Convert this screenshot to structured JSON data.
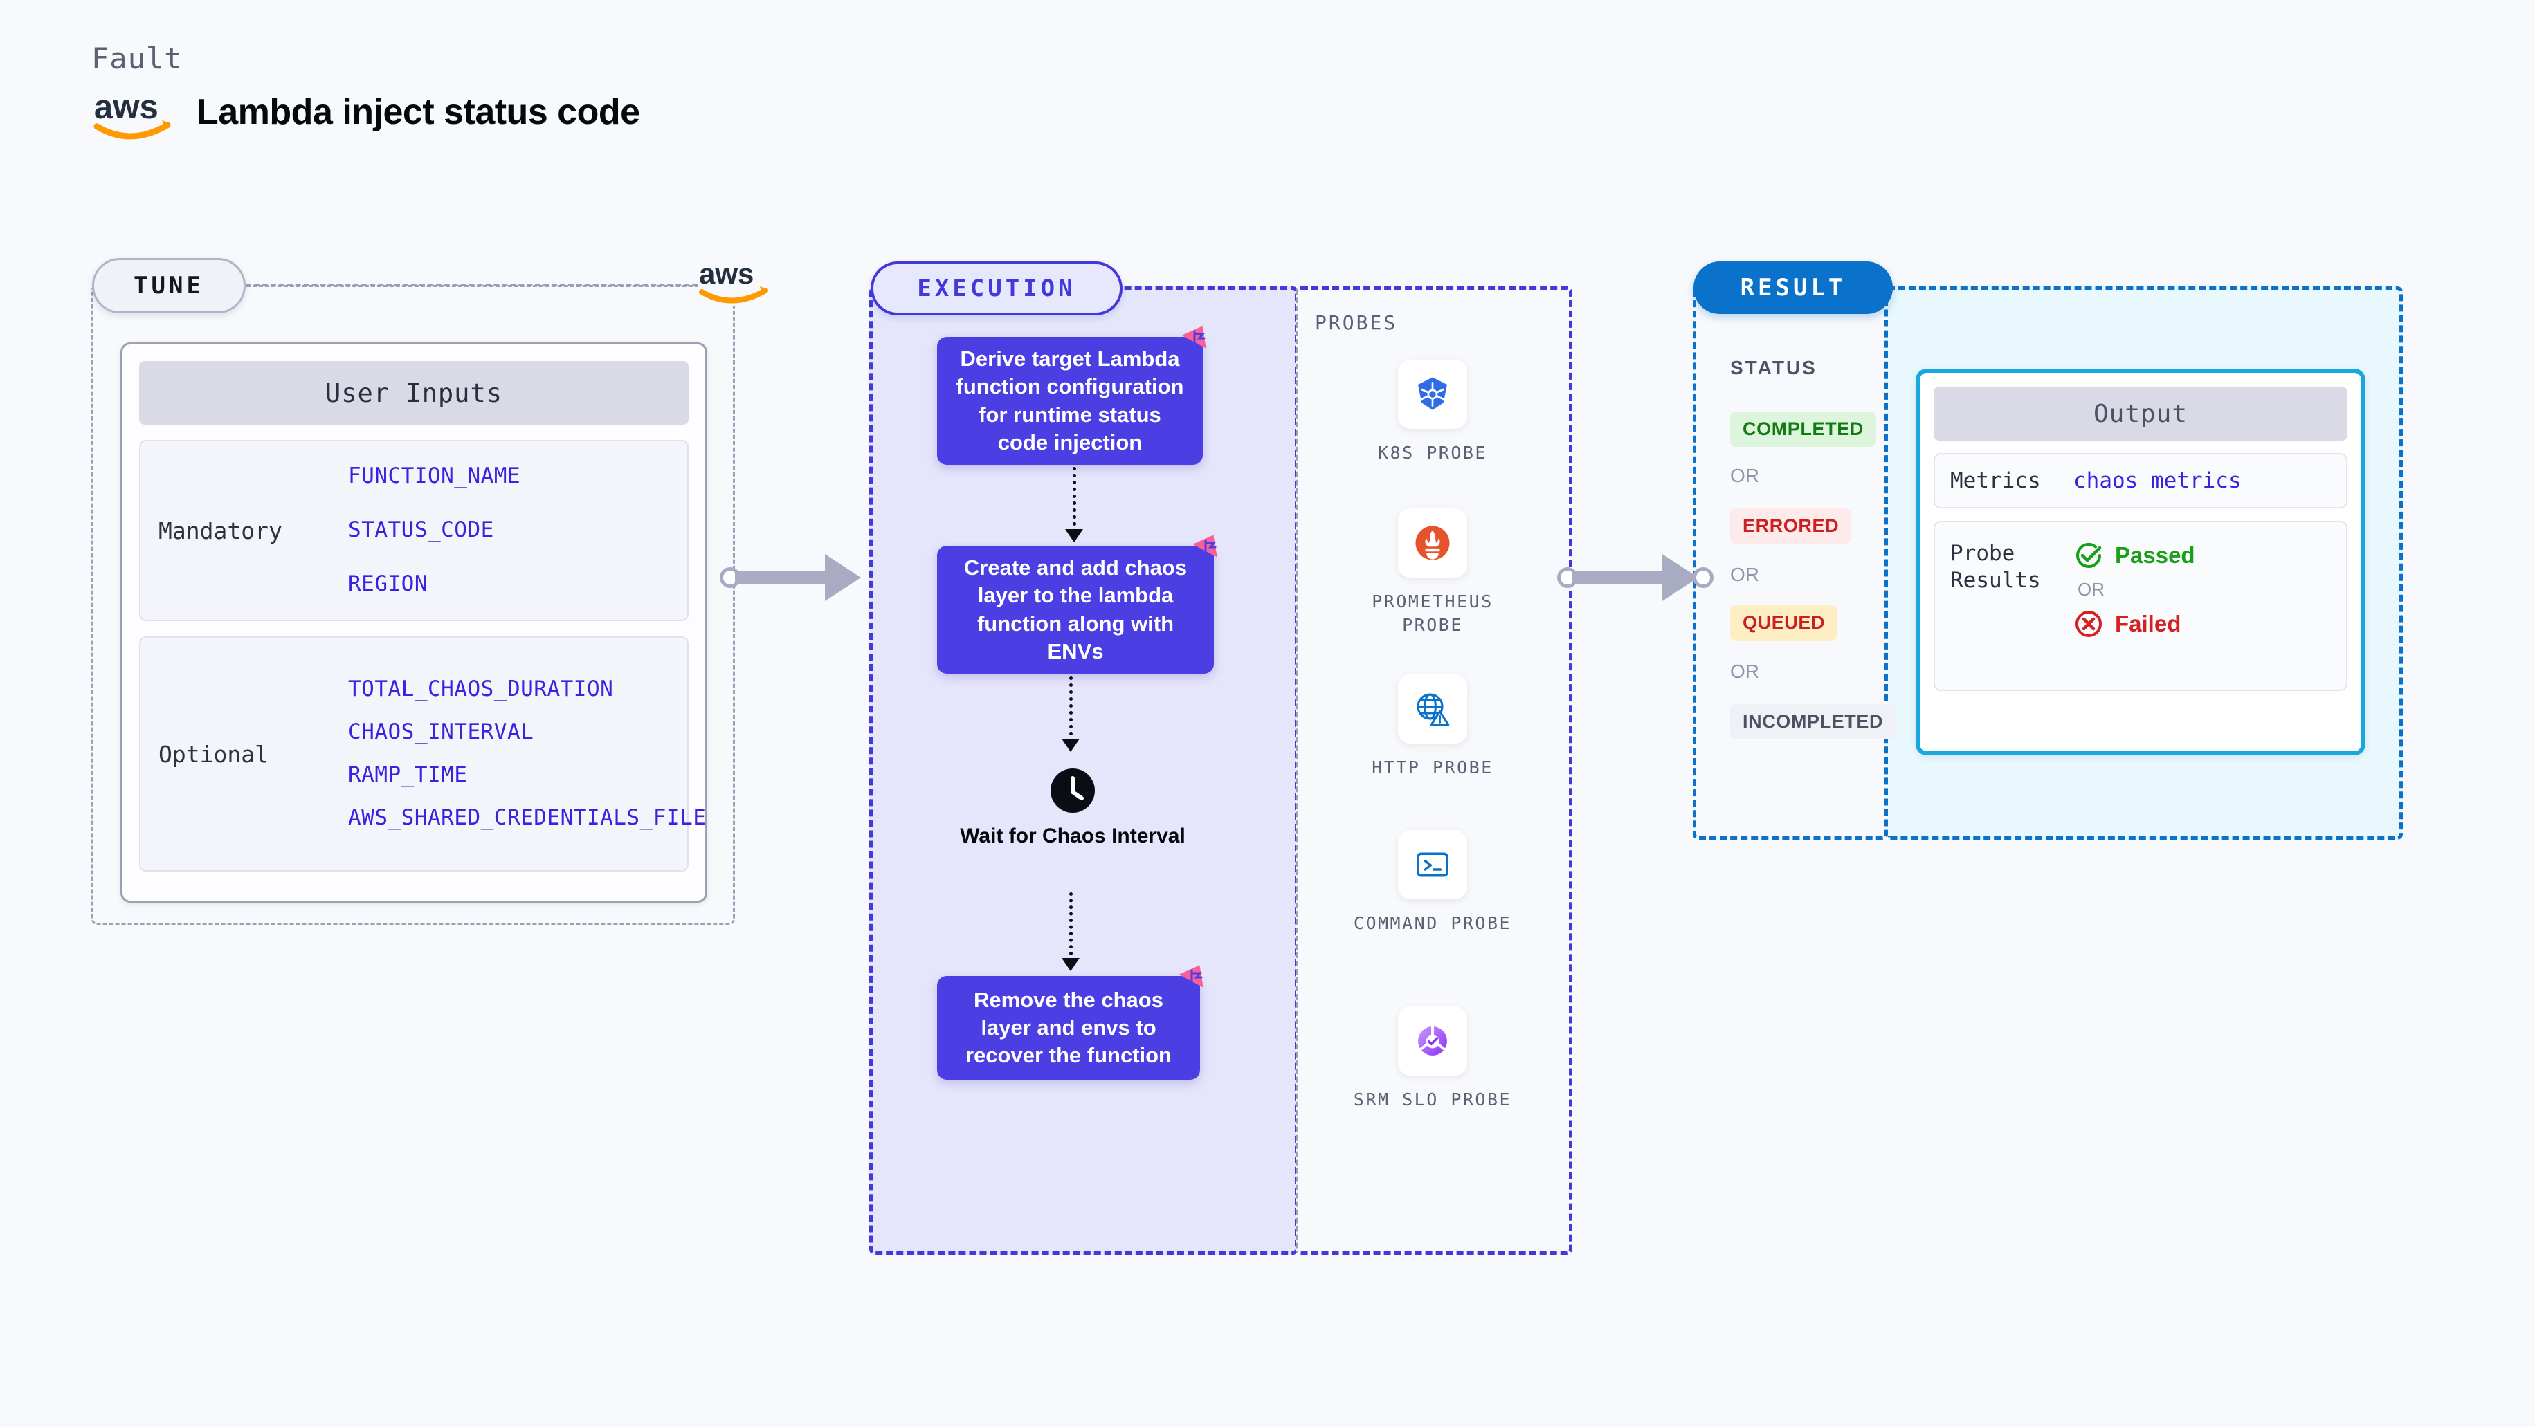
{
  "header": {
    "eyebrow": "Fault",
    "title": "Lambda inject status code",
    "logo_icon": "aws-logo"
  },
  "tune": {
    "pill_label": "TUNE",
    "edge_logo_icon": "aws-logo",
    "card_title": "User Inputs",
    "groups": [
      {
        "label": "Mandatory",
        "vars": [
          "FUNCTION_NAME",
          "STATUS_CODE",
          "REGION"
        ]
      },
      {
        "label": "Optional",
        "vars": [
          "TOTAL_CHAOS_DURATION",
          "CHAOS_INTERVAL",
          "RAMP_TIME",
          "AWS_SHARED_CREDENTIALS_FILE"
        ]
      }
    ]
  },
  "execution": {
    "pill_label": "EXECUTION",
    "steps": [
      {
        "text": "Derive target Lambda function configuration for runtime status code injection",
        "badge_icon": "chaos-flag-icon"
      },
      {
        "text": "Create and add chaos layer to the lambda function along with ENVs",
        "badge_icon": "chaos-flag-icon"
      }
    ],
    "wait_node": {
      "icon": "clock-icon",
      "label": "Wait for Chaos Interval"
    },
    "final_step": {
      "text": "Remove the chaos layer and envs to recover the function",
      "badge_icon": "chaos-flag-icon"
    }
  },
  "probes": {
    "section_label": "PROBES",
    "items": [
      {
        "label": "K8S PROBE",
        "icon": "kubernetes-icon"
      },
      {
        "label": "PROMETHEUS PROBE",
        "icon": "prometheus-icon"
      },
      {
        "label": "HTTP PROBE",
        "icon": "http-globe-icon"
      },
      {
        "label": "COMMAND PROBE",
        "icon": "terminal-icon"
      },
      {
        "label": "SRM SLO PROBE",
        "icon": "srm-slo-icon"
      }
    ]
  },
  "result": {
    "pill_label": "RESULT",
    "status_label": "STATUS",
    "or_label": "OR",
    "badges": [
      {
        "label": "COMPLETED",
        "bg": "#dcf5dc",
        "color": "#137a13"
      },
      {
        "label": "ERRORED",
        "bg": "#fdeaea",
        "color": "#cc2020"
      },
      {
        "label": "QUEUED",
        "bg": "#fdeec4",
        "color": "#cc2020"
      },
      {
        "label": "INCOMPLETED",
        "bg": "#f0f1f7",
        "color": "#4d5263"
      }
    ]
  },
  "output": {
    "card_title": "Output",
    "metrics_label": "Metrics",
    "metrics_value": "chaos metrics",
    "probe_results_label": "Probe Results",
    "passed_label": "Passed",
    "failed_label": "Failed",
    "or_label": "OR",
    "passed_icon": "check-circle-icon",
    "failed_icon": "x-circle-icon"
  },
  "colors": {
    "page_bg": "#f8f9fc",
    "accent_purple": "#4b3fe4",
    "accent_blue": "#0b72cc",
    "accent_cyan": "#17a8e0",
    "var_blue": "#3b22e0",
    "flag_pink": "#fb5f98",
    "connector_gray": "#a8abc2"
  }
}
